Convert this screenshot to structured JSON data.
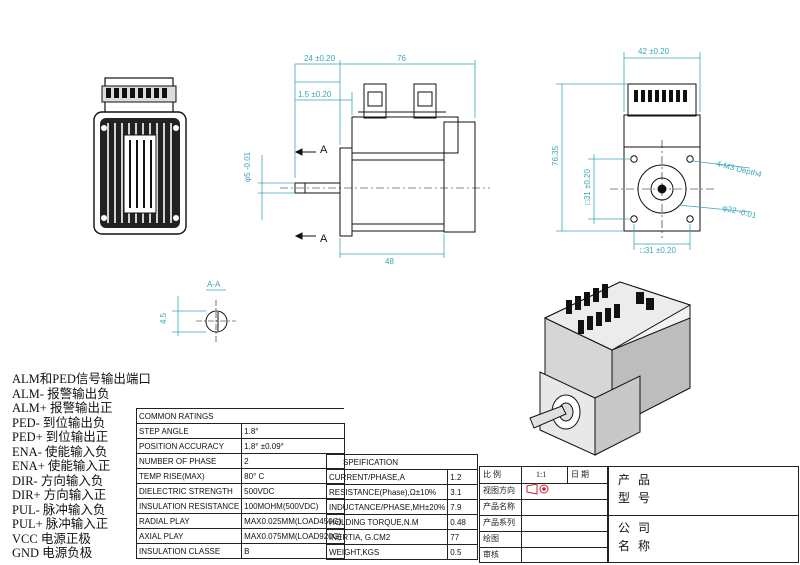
{
  "dimensions": {
    "d1": "24 ±0.20",
    "d2": "76",
    "d3": "1.5 ±0.20",
    "d4": "φ5 -0.01",
    "d5": "48",
    "d6": "A",
    "d7": "A",
    "d8": "42 ±0.20",
    "d9": "76.35",
    "d10": "□31 ±0.20",
    "d11": "□31 ±0.20",
    "d12": "4-M3 Depth4",
    "d13": "φ22 -0.01",
    "d14": "A-A",
    "d15": "4.5"
  },
  "signals": {
    "heading": "ALM和PED信号输出端口",
    "lines": [
      "ALM- 报警输出负",
      "ALM+ 报警输出正",
      "PED- 到位输出负",
      "PED+ 到位输出正",
      "ENA- 使能输入负",
      "ENA+ 使能输入正",
      "DIR- 方向输入负",
      "DIR+ 方向输入正",
      "PUL- 脉冲输入负",
      "PUL+ 脉冲输入正",
      "VCC 电源正极",
      "GND 电源负极"
    ]
  },
  "ratings": {
    "header": "COMMON RATINGS",
    "rows": [
      {
        "label": "STEP ANGLE",
        "value": "1.8°"
      },
      {
        "label": "POSITION ACCURACY",
        "value": "1.8° ±0.09°"
      },
      {
        "label": "NUMBER OF PHASE",
        "value": "2"
      },
      {
        "label": "TEMP RISE(MAX)",
        "value": "80° C"
      },
      {
        "label": "DIELECTRIC STRENGTH",
        "value": "500VDC"
      },
      {
        "label": "INSULATION RESISTANCE",
        "value": "100MOHM(500VDC)"
      },
      {
        "label": "RADIAL PLAY",
        "value": "MAX0.025MM(LOAD450G)"
      },
      {
        "label": "AXIAL PLAY",
        "value": "MAX0.075MM(LOAD920G)"
      },
      {
        "label": "INSULATION CLASSE",
        "value": "B"
      }
    ]
  },
  "specification": {
    "header": "SPEIFICATION",
    "rows": [
      {
        "label": "CURRENT/PHASE,A",
        "value": "1.2"
      },
      {
        "label": "RESISTANCE(Phase),Ω±10%",
        "value": "3.1"
      },
      {
        "label": "INDUCTANCE/PHASE,MH±20%",
        "value": "7.9"
      },
      {
        "label": "HOLDING TORQUE,N.M",
        "value": "0.48"
      },
      {
        "label": "INERTIA, G.CM2",
        "value": "77"
      },
      {
        "label": "WEIGHT,KGS",
        "value": "0.5"
      }
    ]
  },
  "title_block": {
    "scale_label": "比 例",
    "scale_value": "1:1",
    "date_label": "日 期",
    "view_label": "视图方向",
    "product_name_label": "产品名称",
    "product_series_label": "产品系列",
    "drawn_label": "绘图",
    "review_label": "审核",
    "product_model_1": "产品",
    "product_model_2": "型号",
    "company_1": "公司",
    "company_2": "名称"
  }
}
